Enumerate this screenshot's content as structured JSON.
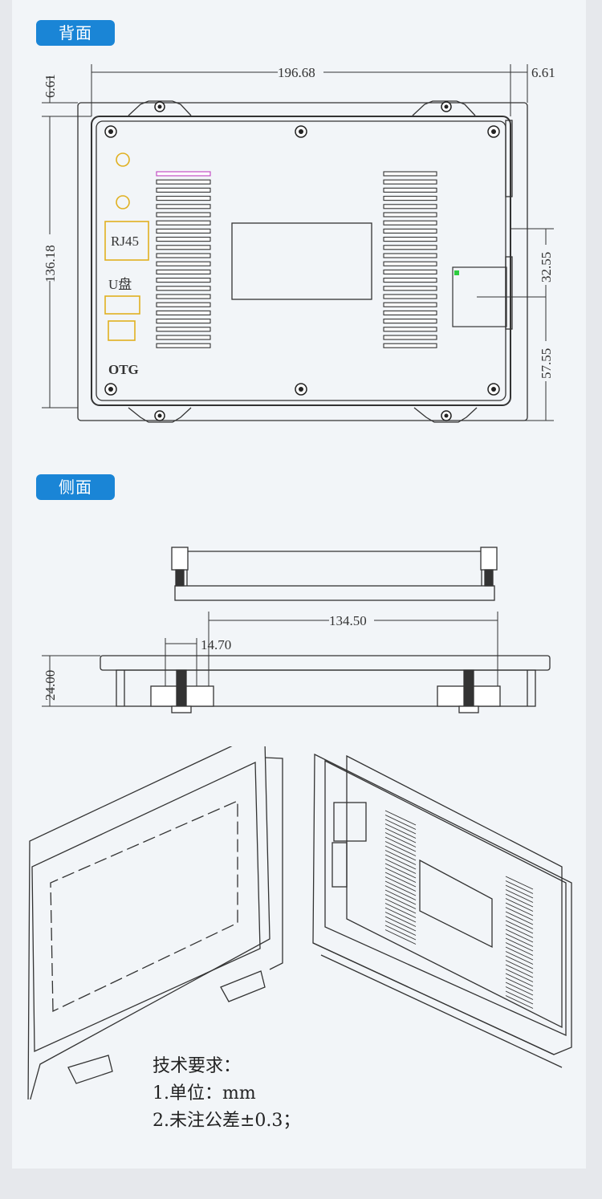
{
  "sections": {
    "back": "背面",
    "side": "侧面"
  },
  "back": {
    "width": "196.68",
    "offset_left": "6.61",
    "offset_right": "6.61",
    "height": "136.18",
    "dim_upper": "32.55",
    "dim_lower": "57.55",
    "rj45": "RJ45",
    "usb": "U盘",
    "otg": "OTG"
  },
  "side": {
    "width": "134.50",
    "spacing": "14.70",
    "depth": "24.00"
  },
  "notes": {
    "title": "技术要求：",
    "line1": "1.单位：mm",
    "line2": "2.未注公差±0.3；"
  },
  "colors": {
    "tag": "#1a85d6",
    "connector": "#e0b020",
    "indicator": "#2ecc40",
    "vent_highlight": "#c040c0"
  }
}
